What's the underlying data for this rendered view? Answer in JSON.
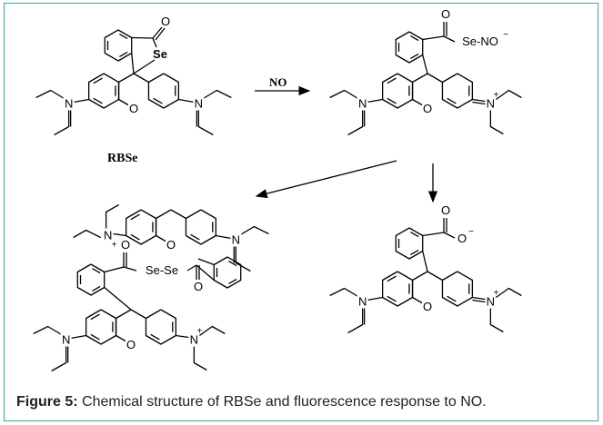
{
  "caption": {
    "label": "Figure 5:",
    "text": " Chemical structure of RBSe and fluorescence response to NO."
  },
  "scheme": {
    "reagent": "NO",
    "compound_label": "RBSe",
    "atoms": {
      "oxygen": "O",
      "selenium": "Se",
      "nitrogen": "N",
      "plus": "+",
      "minus": "−",
      "se_no": "Se-NO",
      "se_se": "Se-Se"
    }
  }
}
